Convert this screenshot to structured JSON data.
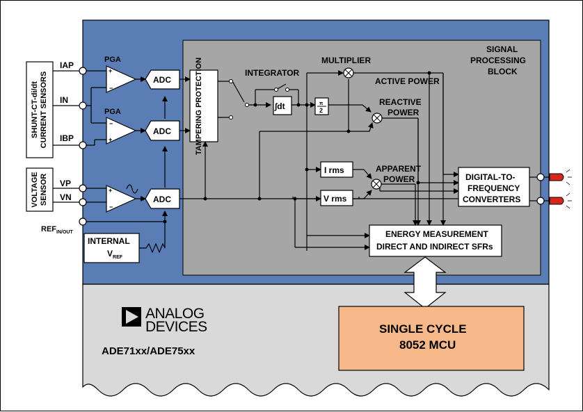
{
  "sensors": {
    "current_block": [
      "SHUNT-CT-di/dt",
      "CURRENT SENSORS"
    ],
    "voltage_block": [
      "VOLTAGE",
      "SENSOR"
    ]
  },
  "pins": {
    "iap": "IAP",
    "in": "IN",
    "ibp": "IBP",
    "vp": "VP",
    "vn": "VN",
    "ref_main": "REF",
    "ref_sub": "IN/OUT"
  },
  "blocks": {
    "pga1": "PGA",
    "pga2": "PGA",
    "adc1": "ADC",
    "adc2": "ADC",
    "adc3": "ADC",
    "tampering": "TAMPERING PROTECTION",
    "integrator": "INTEGRATOR",
    "integ_box": "∫dt",
    "pi_top": "π",
    "pi_bottom": "2",
    "multiplier": "MULTIPLIER",
    "active_power": "ACTIVE POWER",
    "reactive_power": [
      "REACTIVE",
      "POWER"
    ],
    "apparent_power": [
      "APPARENT",
      "POWER"
    ],
    "irms": "I rms",
    "vrms": "V rms",
    "spb": [
      "SIGNAL",
      "PROCESSING",
      "BLOCK"
    ],
    "dfc": [
      "DIGITAL-TO-",
      "FREQUENCY",
      "CONVERTERS"
    ],
    "energy": [
      "ENERGY MEASUREMENT",
      "DIRECT AND INDIRECT SFRs"
    ],
    "vref_main": "V",
    "vref_sub": "REF",
    "internal": "INTERNAL",
    "mcu": [
      "SINGLE CYCLE",
      "8052 MCU"
    ]
  },
  "brand": {
    "logo_line1": "ANALOG",
    "logo_line2": "DEVICES",
    "part": "ADE71xx/ADE75xx"
  },
  "colors": {
    "outer_blue": "#5B7DB6",
    "dsp_gray": "#A6A6A6",
    "mcu_orange": "#F7B98A",
    "bottom_gray": "#D9D9D9",
    "led_red": "#D7261E"
  }
}
